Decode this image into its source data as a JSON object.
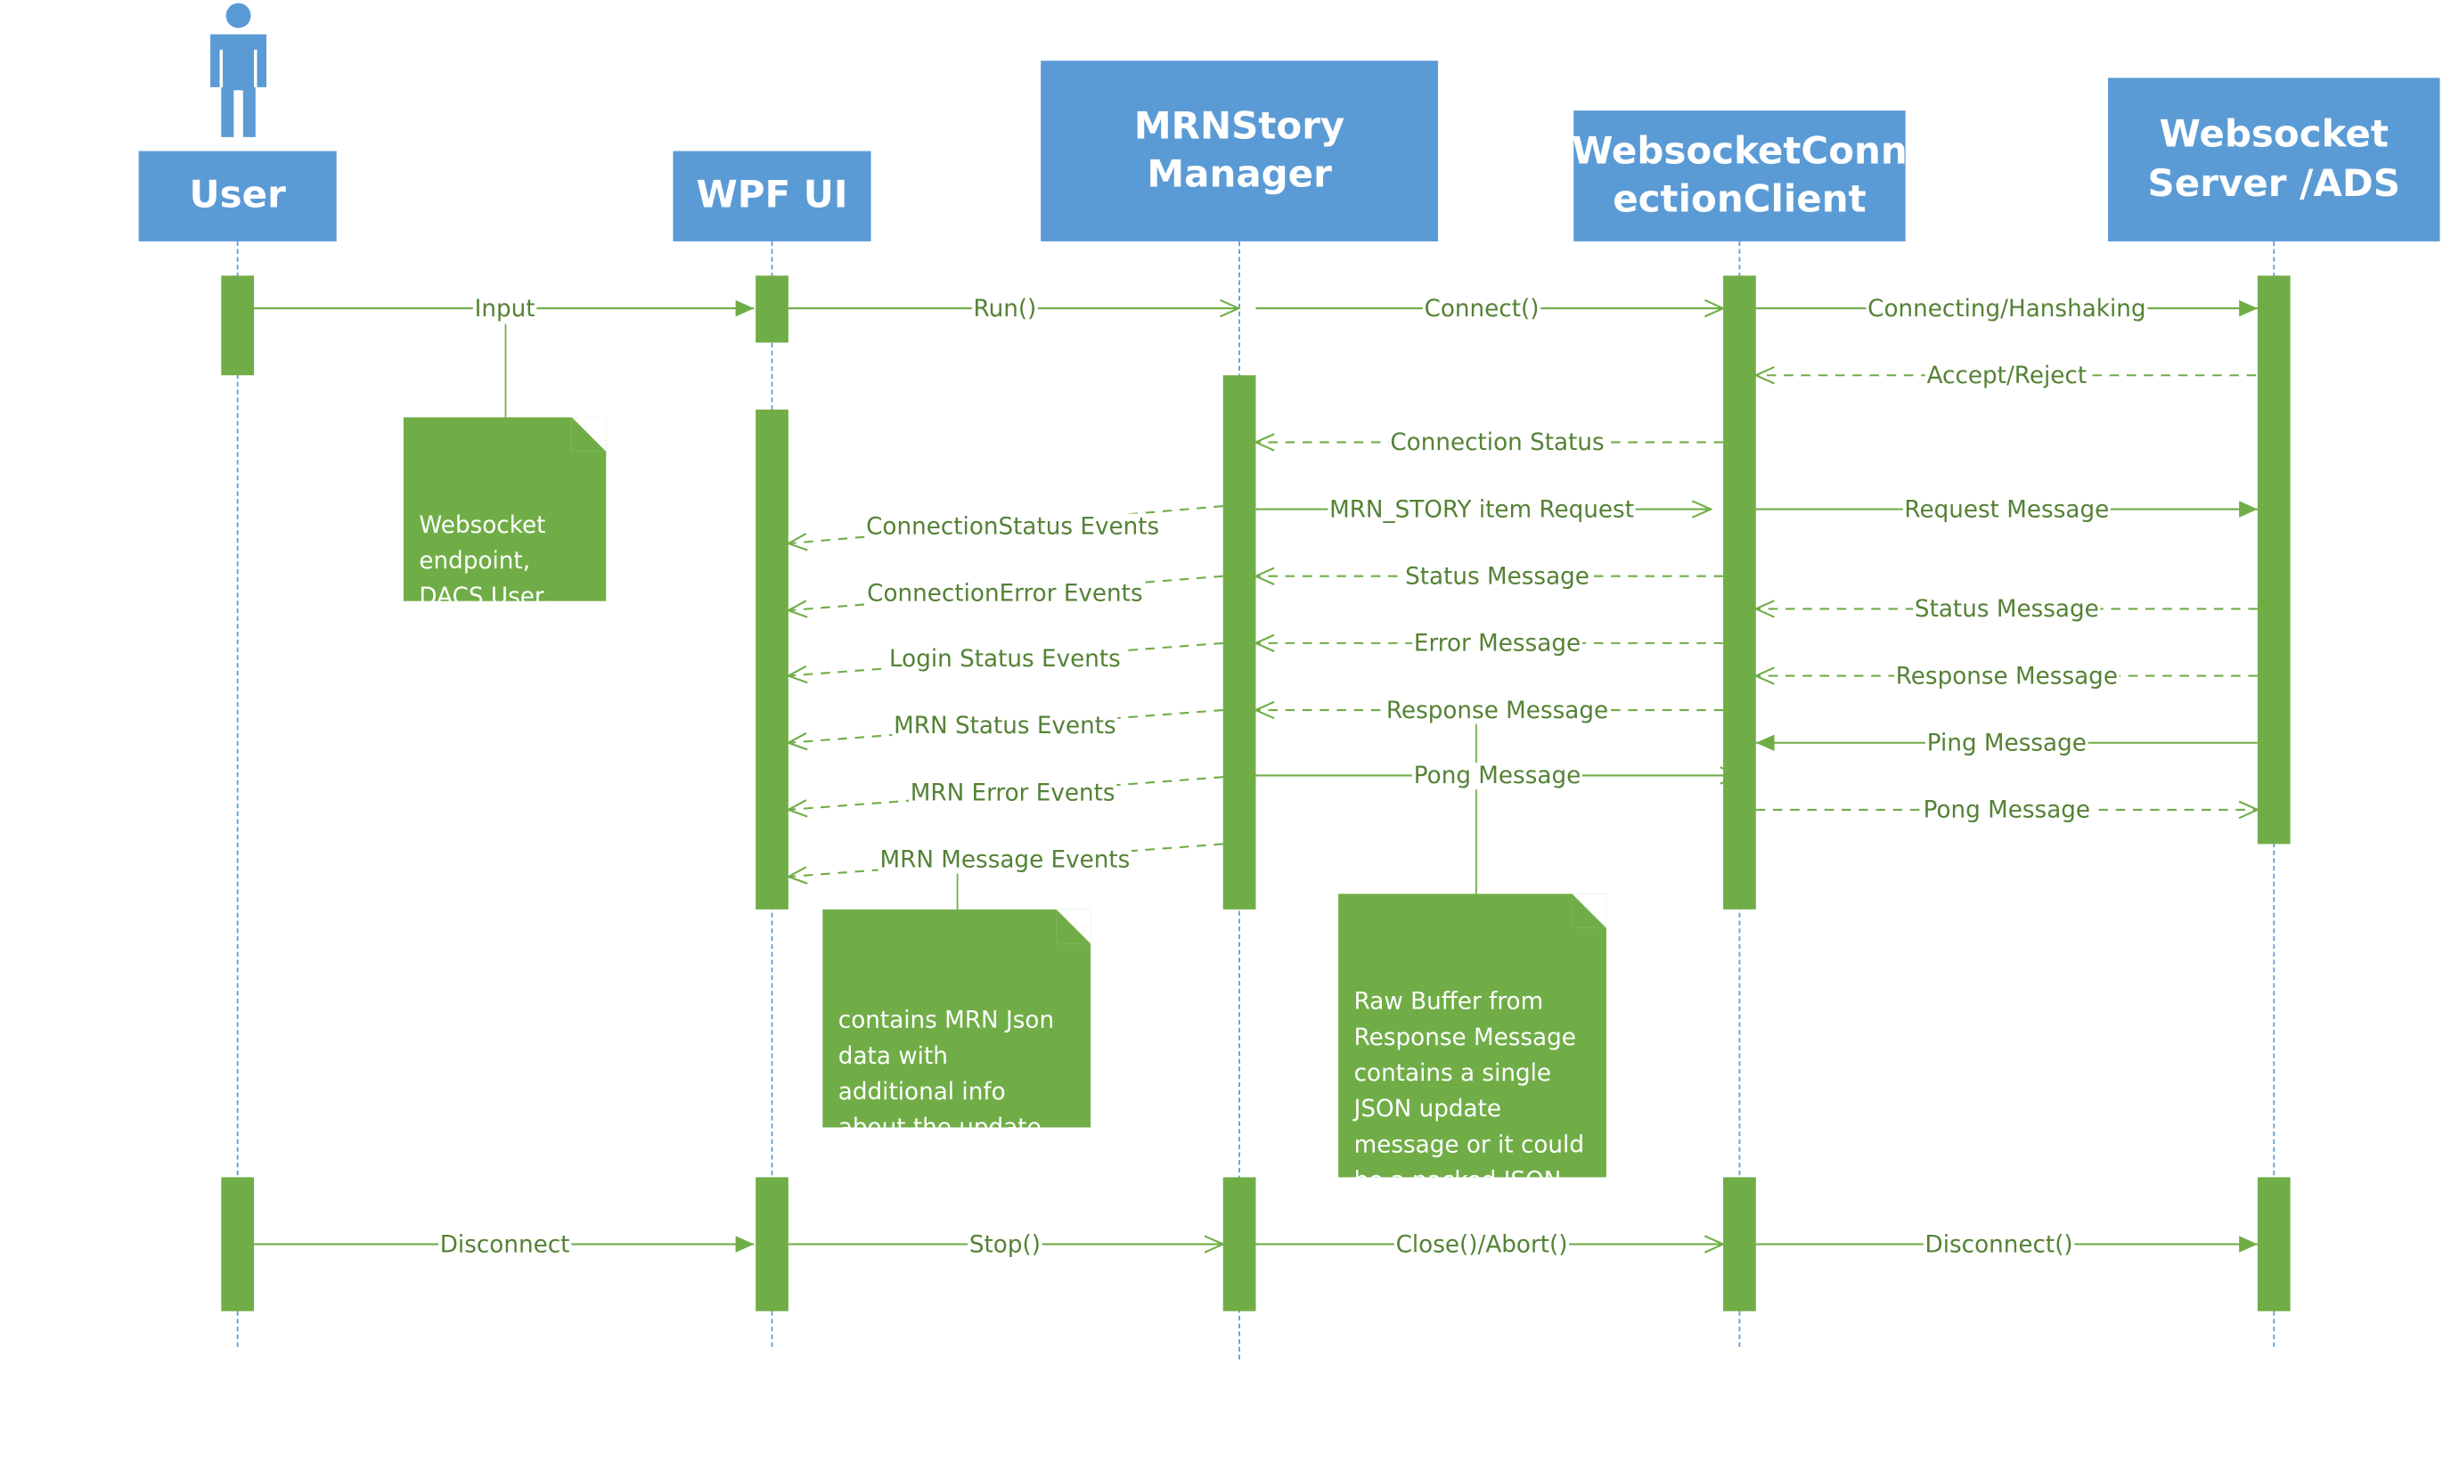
{
  "participants": [
    {
      "id": "user",
      "label": "User"
    },
    {
      "id": "wpf",
      "label": "WPF UI"
    },
    {
      "id": "mrn",
      "label": "MRNStory\nManager"
    },
    {
      "id": "wsc",
      "label": "WebsocketConn\nectionClient"
    },
    {
      "id": "srv",
      "label": "Websocket\nServer /ADS"
    }
  ],
  "messages": [
    {
      "label": "Input",
      "kind": "sync"
    },
    {
      "label": "Run()",
      "kind": "async"
    },
    {
      "label": "Connect()",
      "kind": "async"
    },
    {
      "label": "Connecting/Hanshaking",
      "kind": "sync"
    },
    {
      "label": "Accept/Reject",
      "kind": "return"
    },
    {
      "label": "Connection Status",
      "kind": "return"
    },
    {
      "label": "ConnectionStatus Events",
      "kind": "return"
    },
    {
      "label": "MRN_STORY item Request",
      "kind": "async"
    },
    {
      "label": "Request Message",
      "kind": "sync"
    },
    {
      "label": "Status Message",
      "kind": "return"
    },
    {
      "label": "ConnectionError Events",
      "kind": "return"
    },
    {
      "label": "Status Message",
      "kind": "return"
    },
    {
      "label": "Error Message",
      "kind": "return"
    },
    {
      "label": "Login Status Events",
      "kind": "return"
    },
    {
      "label": "Response Message",
      "kind": "return"
    },
    {
      "label": "Response Message",
      "kind": "return"
    },
    {
      "label": "MRN Status Events",
      "kind": "return"
    },
    {
      "label": "Ping Message",
      "kind": "sync"
    },
    {
      "label": "Pong Message",
      "kind": "async"
    },
    {
      "label": "MRN Error Events",
      "kind": "return"
    },
    {
      "label": "Pong Message",
      "kind": "return"
    },
    {
      "label": "MRN Message Events",
      "kind": "return"
    },
    {
      "label": "Disconnect",
      "kind": "sync"
    },
    {
      "label": "Stop()",
      "kind": "async"
    },
    {
      "label": "Close()/Abort()",
      "kind": "async"
    },
    {
      "label": "Disconnect()",
      "kind": "sync"
    }
  ],
  "notes": {
    "input_note": "Websocket\nendpoint,\n DACS User,\nAppId,Postion",
    "mrn_note": "contains MRN Json\ndata with\nadditional info\nabout the update\nmessage",
    "raw_note": "Raw Buffer from\nResponse Message\ncontains a single\nJSON update\nmessage or it could\nbe a packed JSON\nupdate message."
  },
  "colors": {
    "header": "#5b9bd5",
    "activation": "#70ad47",
    "message_line": "#70ad47",
    "message_text": "#548235",
    "lifeline": "#5b9bd5"
  },
  "icons": {
    "user": "person-icon"
  }
}
